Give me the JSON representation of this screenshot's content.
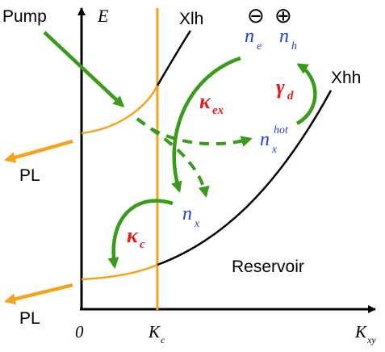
{
  "axes": {
    "y_label": "E",
    "x_label_main": "K",
    "x_label_sub": "xy",
    "origin": "0",
    "kc_main": "K",
    "kc_sub": "c"
  },
  "curves": {
    "upper": "Xlh",
    "lower": "Xhh",
    "reservoir": "Reservoir"
  },
  "charges": {
    "minus": "⊖",
    "plus": "⊕"
  },
  "pump": "Pump",
  "pl_top": "PL",
  "pl_bottom": "PL",
  "populations": {
    "ne_main": "n",
    "ne_sub": "e",
    "nh_main": "n",
    "nh_sub": "h",
    "nhot_main": "n",
    "nhot_sub": "x",
    "nhot_sup": "hot",
    "nx_main": "n",
    "nx_sub": "x"
  },
  "rates": {
    "kex_main": "κ",
    "kex_sub": "ex",
    "gd_main": "γ",
    "gd_sub": "d",
    "kc_main": "κ",
    "kc_sub": "c"
  },
  "colors": {
    "green": "#3a9a1a",
    "orange": "#f6a21c",
    "blue": "#1f3fd8",
    "red": "#e21b1b",
    "black": "#000000"
  }
}
